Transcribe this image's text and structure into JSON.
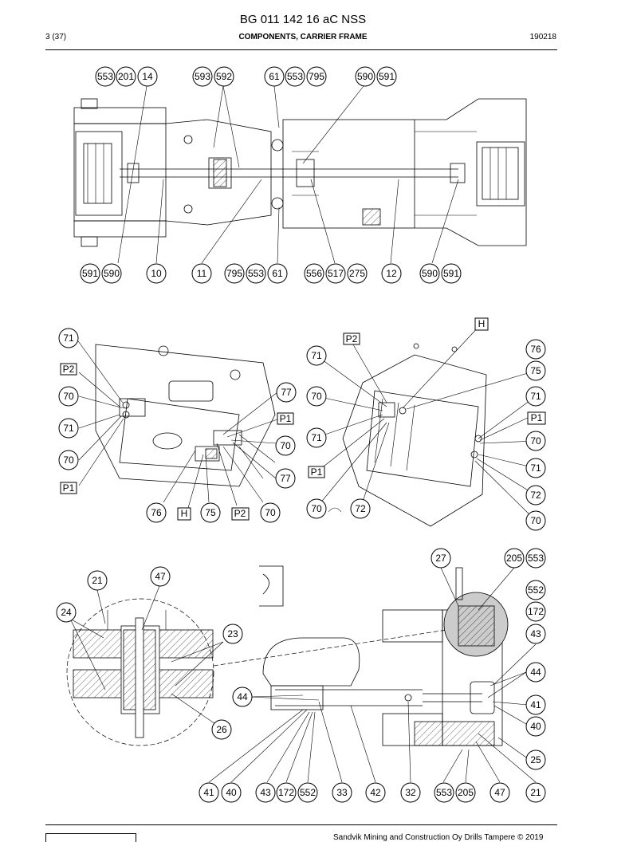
{
  "header": {
    "doc_number": "BG 011 142 16 aC NSS",
    "page": "3 (37)",
    "section": "COMPONENTS, CARRIER FRAME",
    "date": "190218"
  },
  "footer": {
    "copyright": "Sandvik Mining and Construction Oy Drills Tampere © 2019"
  },
  "view1": {
    "top_labels": [
      "553",
      "201",
      "14",
      "593",
      "592",
      "61",
      "553",
      "795",
      "590",
      "591"
    ],
    "bottom_labels": [
      "591",
      "590",
      "10",
      "11",
      "795",
      "553",
      "61",
      "556",
      "517",
      "275",
      "12",
      "590",
      "591"
    ]
  },
  "view2": {
    "left_labels": [
      "71",
      "70",
      "71",
      "70"
    ],
    "bottom_labels": [
      "76",
      "75",
      "70"
    ],
    "right_labels": [
      "77",
      "70",
      "77"
    ],
    "box_labels": [
      "P2",
      "P1",
      "P1",
      "H",
      "P2"
    ]
  },
  "view3": {
    "labels": [
      "71",
      "70",
      "71",
      "70",
      "72",
      "76",
      "75",
      "71",
      "70",
      "71",
      "72",
      "70"
    ],
    "box_labels": [
      "P2",
      "H",
      "P1",
      "P1"
    ]
  },
  "view4": {
    "detail_labels": [
      "21",
      "47",
      "24",
      "23",
      "26"
    ],
    "labels": [
      "27",
      "205",
      "553",
      "552",
      "172",
      "43",
      "44",
      "41",
      "40",
      "25",
      "44"
    ],
    "bottom_labels": [
      "41",
      "40",
      "43",
      "172",
      "552",
      "33",
      "42",
      "32",
      "553",
      "205",
      "47",
      "21"
    ]
  }
}
